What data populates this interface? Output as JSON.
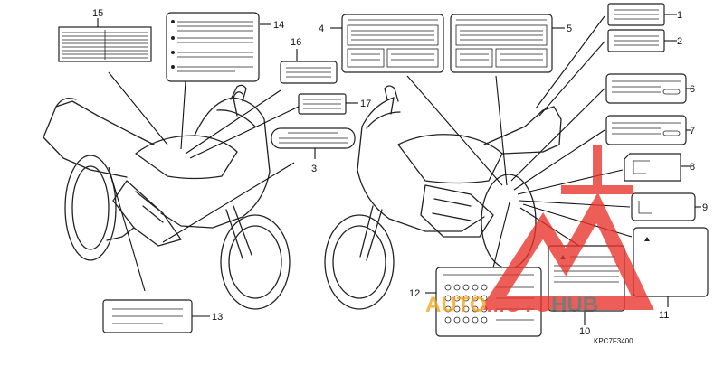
{
  "diagram": {
    "part_numbers": [
      "1",
      "2",
      "3",
      "4",
      "5",
      "6",
      "7",
      "8",
      "9",
      "10",
      "11",
      "12",
      "13",
      "14",
      "15",
      "16",
      "17"
    ],
    "diagram_code": "KPC7F3400",
    "watermark": {
      "text_part1": "AUTO",
      "text_part2": "MOTO",
      "text_part3": "HUB",
      "color_primary": "#e8322a",
      "color_secondary": "#f3a51b",
      "color_dark": "#555555"
    }
  }
}
